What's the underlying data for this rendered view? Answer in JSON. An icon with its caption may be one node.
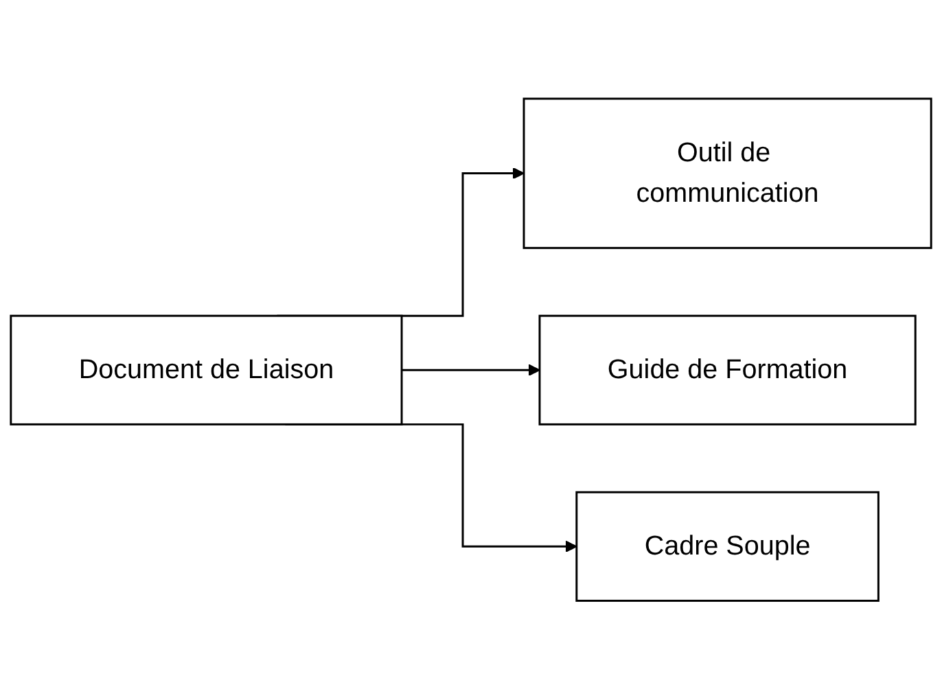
{
  "diagram": {
    "nodes": [
      {
        "text": [
          "Document de Liaison"
        ]
      },
      {
        "text": [
          "Outil de communication"
        ]
      },
      {
        "text": [
          "Guide de Formation"
        ]
      },
      {
        "text": [
          "Cadre Souple"
        ]
      }
    ],
    "edges": [
      {
        "from": 0,
        "to": 1,
        "arrow": "to"
      },
      {
        "from": 0,
        "to": 2,
        "arrow": "to"
      },
      {
        "from": 0,
        "to": 3,
        "arrow": "to"
      }
    ]
  }
}
